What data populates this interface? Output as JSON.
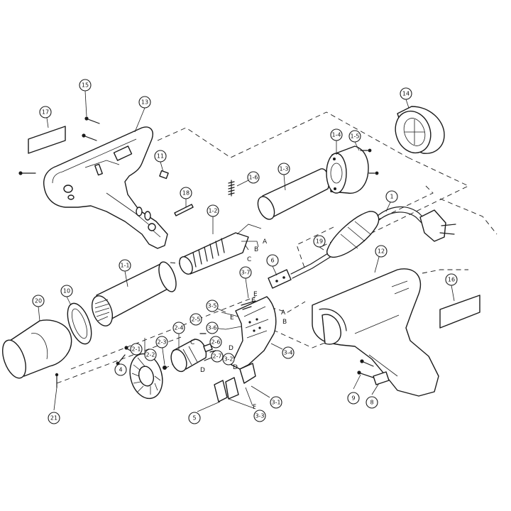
{
  "callouts": [
    {
      "id": "c1",
      "text": "1"
    },
    {
      "id": "c4",
      "text": "4"
    },
    {
      "id": "c5",
      "text": "5"
    },
    {
      "id": "c6",
      "text": "6"
    },
    {
      "id": "c8",
      "text": "8"
    },
    {
      "id": "c9",
      "text": "9"
    },
    {
      "id": "c10",
      "text": "10"
    },
    {
      "id": "c11",
      "text": "11"
    },
    {
      "id": "c12",
      "text": "12"
    },
    {
      "id": "c13",
      "text": "13"
    },
    {
      "id": "c14",
      "text": "14"
    },
    {
      "id": "c15",
      "text": "15"
    },
    {
      "id": "c16",
      "text": "16"
    },
    {
      "id": "c17",
      "text": "17"
    },
    {
      "id": "c18",
      "text": "18"
    },
    {
      "id": "c19",
      "text": "19"
    },
    {
      "id": "c20",
      "text": "20"
    },
    {
      "id": "c21",
      "text": "21"
    },
    {
      "id": "c1-1",
      "text": "1-1"
    },
    {
      "id": "c1-2",
      "text": "1-2"
    },
    {
      "id": "c1-3",
      "text": "1-3"
    },
    {
      "id": "c1-4",
      "text": "1-4"
    },
    {
      "id": "c1-5",
      "text": "1-5"
    },
    {
      "id": "c1-6",
      "text": "1-6"
    },
    {
      "id": "c2-1",
      "text": "2-1"
    },
    {
      "id": "c2-2",
      "text": "2-2"
    },
    {
      "id": "c2-3",
      "text": "2-3"
    },
    {
      "id": "c2-4",
      "text": "2-4"
    },
    {
      "id": "c2-5",
      "text": "2-5"
    },
    {
      "id": "c2-6",
      "text": "2-6"
    },
    {
      "id": "c2-7",
      "text": "2-7"
    },
    {
      "id": "c3-1",
      "text": "3-1"
    },
    {
      "id": "c3-2",
      "text": "3-2"
    },
    {
      "id": "c3-3",
      "text": "3-3"
    },
    {
      "id": "c3-4",
      "text": "3-4"
    },
    {
      "id": "c3-5",
      "text": "3-5"
    },
    {
      "id": "c3-6",
      "text": "3-6"
    },
    {
      "id": "c3-7",
      "text": "3-7"
    }
  ],
  "letters": [
    {
      "id": "l1",
      "text": "A"
    },
    {
      "id": "l2",
      "text": "B"
    },
    {
      "id": "l3",
      "text": "C"
    },
    {
      "id": "l4",
      "text": "E"
    },
    {
      "id": "l5",
      "text": "E"
    },
    {
      "id": "l6",
      "text": "A"
    },
    {
      "id": "l7",
      "text": "B"
    },
    {
      "id": "l8",
      "text": "E"
    },
    {
      "id": "l9",
      "text": "D"
    },
    {
      "id": "l10",
      "text": "C"
    },
    {
      "id": "l11",
      "text": "D"
    },
    {
      "id": "l12",
      "text": "D"
    },
    {
      "id": "l13",
      "text": "F"
    }
  ]
}
